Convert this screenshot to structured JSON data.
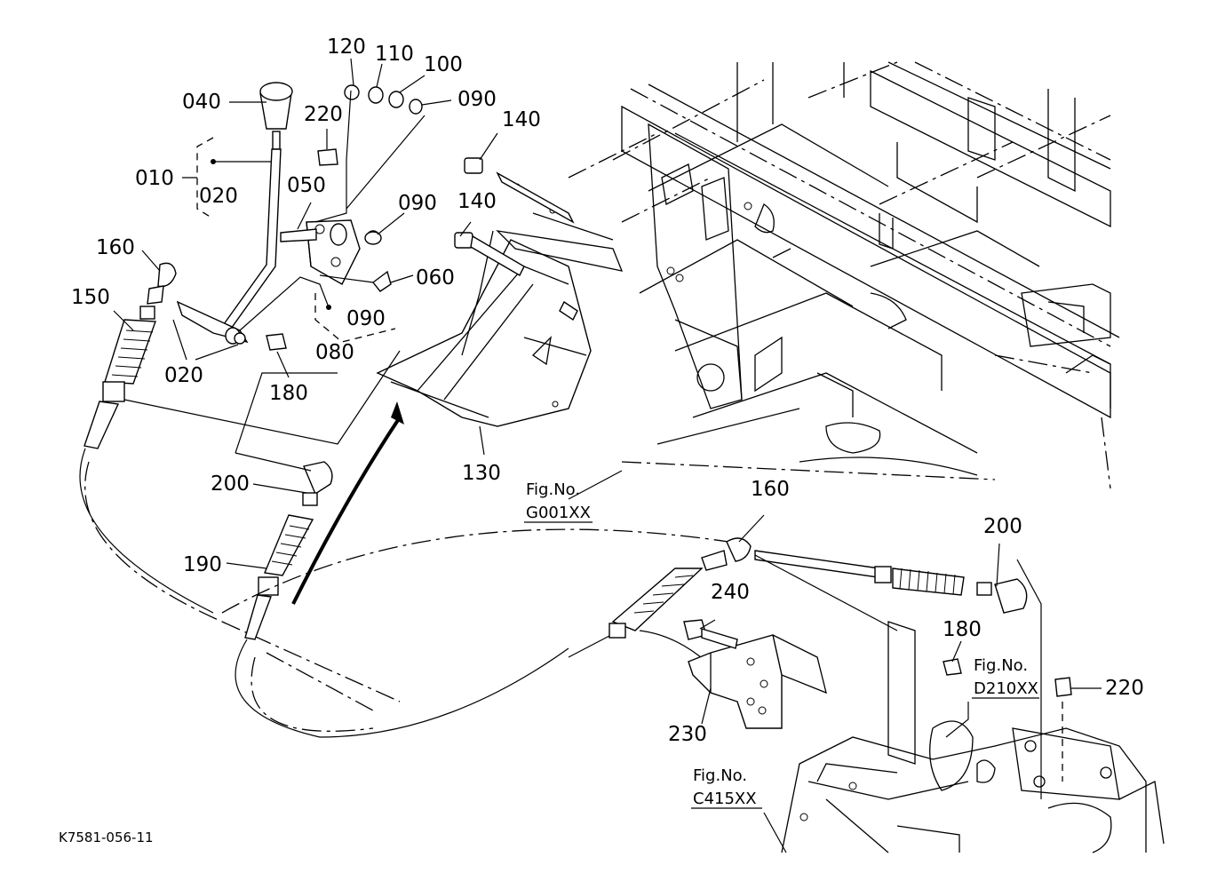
{
  "callouts": {
    "c120": "120",
    "c110": "110",
    "c100": "100",
    "c090a": "090",
    "c040": "040",
    "c220a": "220",
    "c140a": "140",
    "c010": "010",
    "c020a": "020",
    "c050": "050",
    "c090b": "090",
    "c140b": "140",
    "c160a": "160",
    "c060": "060",
    "c150": "150",
    "c090c": "090",
    "c020b": "020",
    "c080": "080",
    "c180a": "180",
    "c130": "130",
    "c200a": "200",
    "c190": "190",
    "c160b": "160",
    "c200b": "200",
    "c240": "240",
    "c180b": "180",
    "c220b": "220",
    "c230": "230"
  },
  "fig_refs": {
    "g001_line1": "Fig.No.",
    "g001_line2": "G001XX",
    "d210_line1": "Fig.No.",
    "d210_line2": "D210XX",
    "c415_line1": "Fig.No.",
    "c415_line2": "C415XX"
  },
  "doc_id": "K7581-056-11"
}
